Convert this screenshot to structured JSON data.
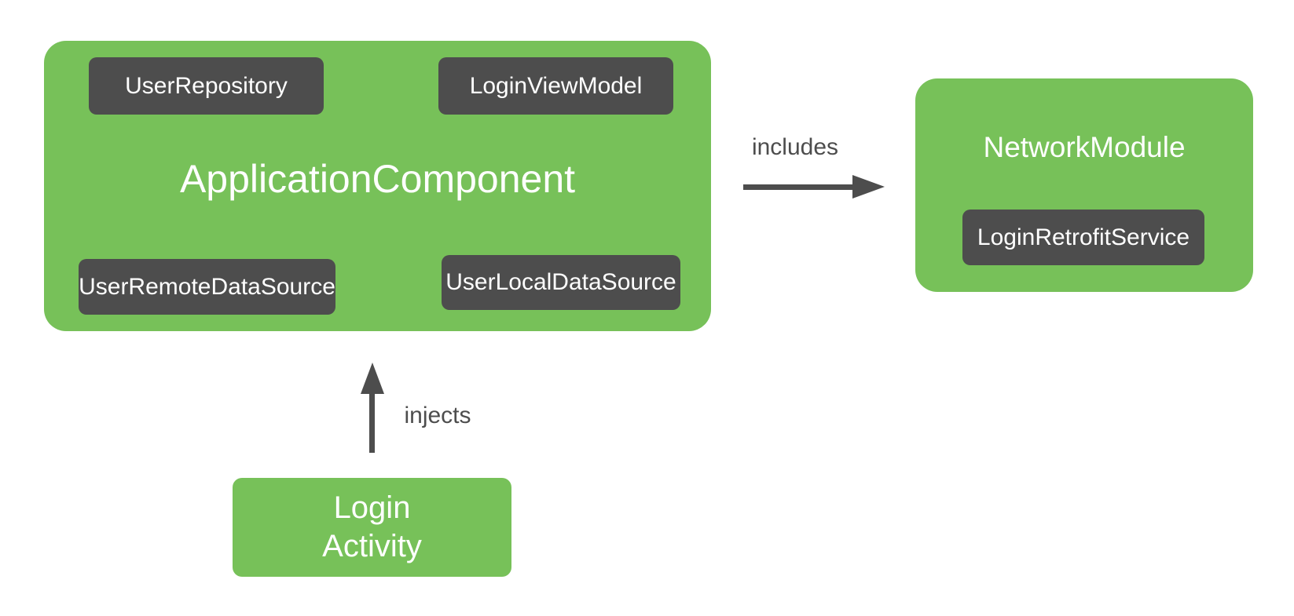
{
  "colors": {
    "green": "#77C159",
    "dark": "#4D4D4D",
    "text_light": "#FFFFFF",
    "page_bg": "#FFFFFF"
  },
  "diagram": {
    "application_component": {
      "title": "ApplicationComponent",
      "children": {
        "user_repository": "UserRepository",
        "login_view_model": "LoginViewModel",
        "user_remote_data_source": "UserRemoteDataSource",
        "user_local_data_source": "UserLocalDataSource"
      }
    },
    "network_module": {
      "title": "NetworkModule",
      "children": {
        "login_retrofit_service": "LoginRetrofitService"
      }
    },
    "login_activity": {
      "line1": "Login",
      "line2": "Activity"
    },
    "edges": {
      "includes": {
        "label": "includes"
      },
      "injects": {
        "label": "injects"
      }
    }
  }
}
